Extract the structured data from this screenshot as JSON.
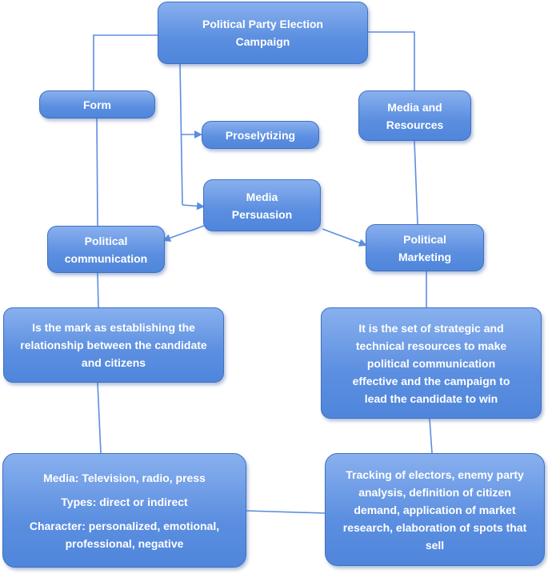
{
  "diagram": {
    "nodes": {
      "campaign": "Political Party Election Campaign",
      "form": "Form",
      "media_resources": "Media and Resources",
      "proselytizing": "Proselytizing",
      "media_persuasion": "Media Persuasion",
      "political_communication": "Political communication",
      "political_marketing": "Political Marketing",
      "communication_definition": "Is the mark as establishing the relationship between the candidate and citizens",
      "marketing_definition": "It is the set of strategic and technical resources to make political communication effective and the campaign to lead the candidate to win",
      "communication_details": {
        "media": "Media: Television, radio, press",
        "types": "Types: direct or indirect",
        "character": "Character: personalized, emotional, professional, negative"
      },
      "marketing_details": "Tracking of electors, enemy party analysis, definition of citizen demand, application of market research, elaboration of spots that sell"
    },
    "colors": {
      "box_fill": "#5b8ee0",
      "box_border": "#4070c0",
      "connector": "#5b8ee0",
      "text": "#ffffff"
    }
  }
}
